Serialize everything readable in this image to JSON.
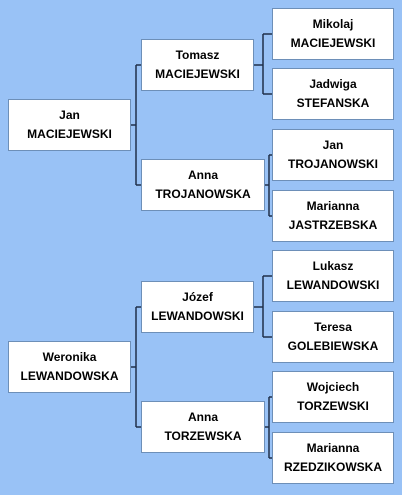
{
  "colors": {
    "background": "#99c2f6",
    "box_fill": "#ffffff",
    "box_border": "#6d8fb8",
    "connector": "#1f2f4a",
    "text": "#000000"
  },
  "people": [
    {
      "id": "p1",
      "generation": 1,
      "first": "Jan",
      "last": "MACIEJEWSKI"
    },
    {
      "id": "p2",
      "generation": 2,
      "first": "Tomasz",
      "last": "MACIEJEWSKI"
    },
    {
      "id": "p3",
      "generation": 3,
      "first": "Mikolaj",
      "last": "MACIEJEWSKI"
    },
    {
      "id": "p4",
      "generation": 3,
      "first": "Jadwiga",
      "last": "STEFANSKA"
    },
    {
      "id": "p5",
      "generation": 2,
      "first": "Anna",
      "last": "TROJANOWSKA"
    },
    {
      "id": "p6",
      "generation": 3,
      "first": "Jan",
      "last": "TROJANOWSKI"
    },
    {
      "id": "p7",
      "generation": 3,
      "first": "Marianna",
      "last": "JASTRZEBSKA"
    },
    {
      "id": "p8",
      "generation": 1,
      "first": "Weronika",
      "last": "LEWANDOWSKA"
    },
    {
      "id": "p9",
      "generation": 2,
      "first": "Józef",
      "last": "LEWANDOWSKI"
    },
    {
      "id": "p10",
      "generation": 3,
      "first": "Lukasz",
      "last": "LEWANDOWSKI"
    },
    {
      "id": "p11",
      "generation": 3,
      "first": "Teresa",
      "last": "GOLEBIEWSKA"
    },
    {
      "id": "p12",
      "generation": 2,
      "first": "Anna",
      "last": "TORZEWSKA"
    },
    {
      "id": "p13",
      "generation": 3,
      "first": "Wojciech",
      "last": "TORZEWSKI"
    },
    {
      "id": "p14",
      "generation": 3,
      "first": "Marianna",
      "last": "RZEDZIKOWSKA"
    }
  ],
  "links": [
    {
      "child": "p1",
      "parents": [
        "p2",
        "p5"
      ]
    },
    {
      "child": "p2",
      "parents": [
        "p3",
        "p4"
      ]
    },
    {
      "child": "p5",
      "parents": [
        "p6",
        "p7"
      ]
    },
    {
      "child": "p8",
      "parents": [
        "p9",
        "p12"
      ]
    },
    {
      "child": "p9",
      "parents": [
        "p10",
        "p11"
      ]
    },
    {
      "child": "p12",
      "parents": [
        "p13",
        "p14"
      ]
    }
  ]
}
